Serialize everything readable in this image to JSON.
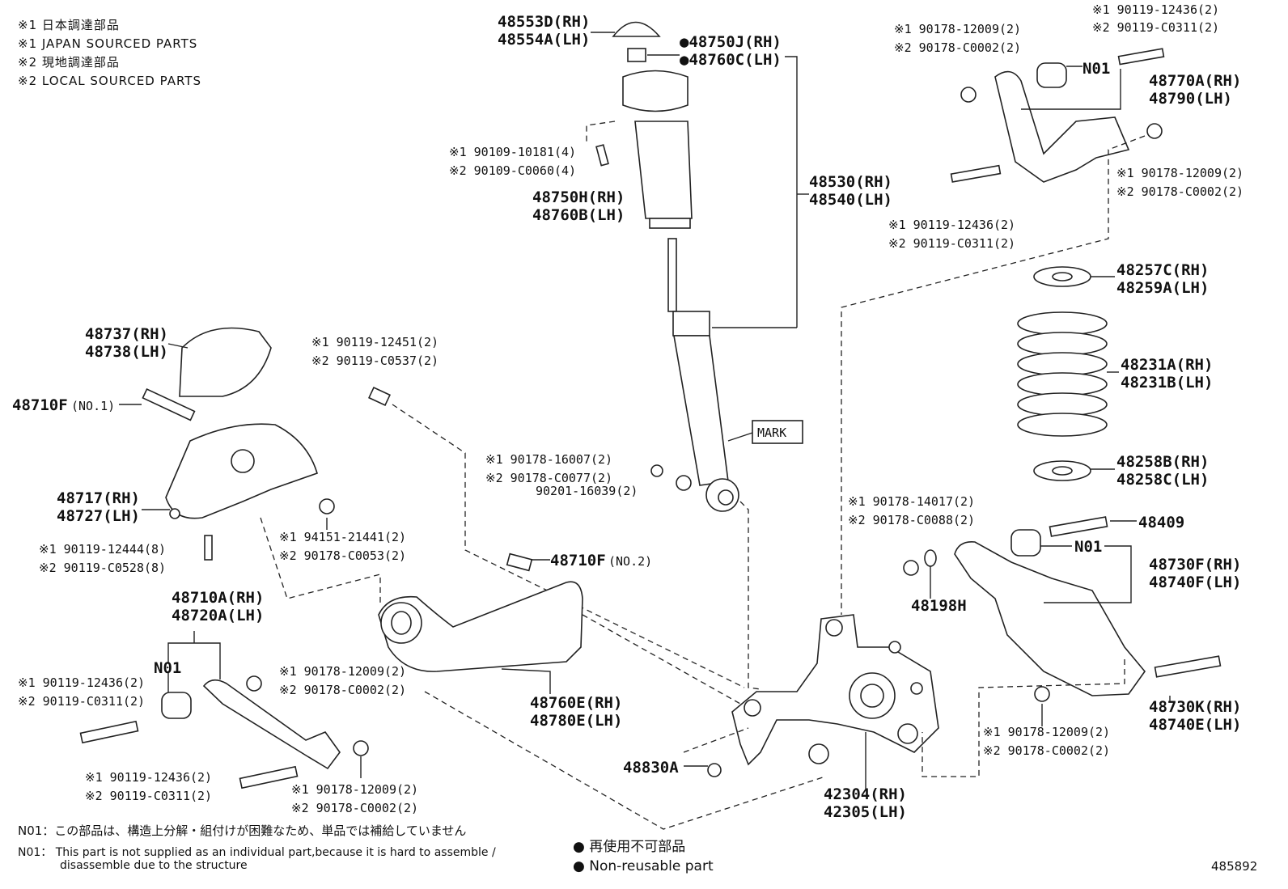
{
  "legend": {
    "jp1": "※1 日本調達部品",
    "en1": "※1 JAPAN SOURCED PARTS",
    "jp2": "※2 現地調達部品",
    "en2": "※2 LOCAL SOURCED PARTS"
  },
  "labels": {
    "p48553d": "48553D(RH)",
    "p48554a": "48554A(LH)",
    "p48750j": "●48750J(RH)",
    "p48760c": "●48760C(LH)",
    "b1a": "※1 90109-10181(4)",
    "b1b": "※2 90109-C0060(4)",
    "p48750h": "48750H(RH)",
    "p48760b": "48760B(LH)",
    "p48530": "48530(RH)",
    "p48540": "48540(LH)",
    "tr1a": "※1 90119-12436(2)",
    "tr1b": "※2 90119-C0311(2)",
    "tr2a": "※1 90178-12009(2)",
    "tr2b": "※2 90178-C0002(2)",
    "n01a": "N01",
    "p48770a": "48770A(RH)",
    "p48790": "48790(LH)",
    "tr3a": "※1 90178-12009(2)",
    "tr3b": "※2 90178-C0002(2)",
    "tr4a": "※1 90119-12436(2)",
    "tr4b": "※2 90119-C0311(2)",
    "p48257c": "48257C(RH)",
    "p48259a": "48259A(LH)",
    "p48231a": "48231A(RH)",
    "p48231b": "48231B(LH)",
    "p48258b": "48258B(RH)",
    "p48258c": "48258C(LH)",
    "p48737": "48737(RH)",
    "p48738": "48738(LH)",
    "p48710f1": "48710F",
    "p48710f1s": "(NO.1)",
    "m1a": "※1 90119-12451(2)",
    "m1b": "※2 90119-C0537(2)",
    "mark": "MARK",
    "m2a": "※1 90178-16007(2)",
    "m2b": "※2 90178-C0077(2)",
    "m2c": "90201-16039(2)",
    "p48717": "48717(RH)",
    "p48727": "48727(LH)",
    "l1a": "※1 90119-12444(8)",
    "l1b": "※2 90119-C0528(8)",
    "l2a": "※1 94151-21441(2)",
    "l2b": "※2 90178-C0053(2)",
    "p48710f2": "48710F",
    "p48710f2s": "(NO.2)",
    "p48710a": "48710A(RH)",
    "p48720a": "48720A(LH)",
    "n01b": "N01",
    "l3a": "※1 90119-12436(2)",
    "l3b": "※2 90119-C0311(2)",
    "l4a": "※1 90178-12009(2)",
    "l4b": "※2 90178-C0002(2)",
    "p48760e": "48760E(RH)",
    "p48780e": "48780E(LH)",
    "l5a": "※1 90119-12436(2)",
    "l5b": "※2 90119-C0311(2)",
    "l6a": "※1 90178-12009(2)",
    "l6b": "※2 90178-C0002(2)",
    "r1a": "※1 90178-14017(2)",
    "r1b": "※2 90178-C0088(2)",
    "p48409": "48409",
    "n01c": "N01",
    "p48730f": "48730F(RH)",
    "p48740f": "48740F(LH)",
    "p48198h": "48198H",
    "p48830a": "48830A",
    "p42304": "42304(RH)",
    "p42305": "42305(LH)",
    "p48730k": "48730K(RH)",
    "p48740e": "48740E(LH)",
    "r2a": "※1 90178-12009(2)",
    "r2b": "※2 90178-C0002(2)"
  },
  "footer": {
    "n01_jp": "N01：この部品は、構造上分解・組付けが困難なため、単品では補給していません",
    "n01_en1": "N01： This part is not supplied as an individual part,because it is hard to assemble /",
    "n01_en2": "disassemble due to the structure",
    "nonreuse_jp": "● 再使用不可部品",
    "nonreuse_en": "● Non-reusable part",
    "figure_no": "485892"
  }
}
